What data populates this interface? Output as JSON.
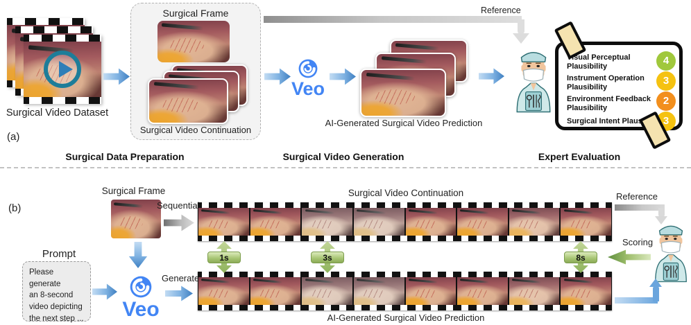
{
  "panel_a": {
    "tag": "(a)",
    "dataset_label": "Surgical Video Dataset",
    "frame_label": "Surgical Frame",
    "continuation_label": "Surgical Video Continuation",
    "veo_label": "Veo",
    "prediction_label": "AI-Generated Surgical Video Prediction",
    "reference_label": "Reference",
    "caption_prep": "Surgical Data Preparation",
    "caption_gen": "Surgical Video Generation",
    "caption_eval": "Expert Evaluation",
    "evaluation_items": [
      {
        "line1": "Visual Perceptual",
        "line2": "Plausibility",
        "score": "4",
        "color": "#a0c83c"
      },
      {
        "line1": "Instrument Operation",
        "line2": "Plausibility",
        "score": "3",
        "color": "#f5c211"
      },
      {
        "line1": "Environment Feedback",
        "line2": "Plausibility",
        "score": "2",
        "color": "#f28f1d"
      },
      {
        "line1": "Surgical Intent Plausibility",
        "line2": "",
        "score": "3",
        "color": "#f5c211"
      }
    ]
  },
  "panel_b": {
    "tag": "(b)",
    "prompt_label": "Prompt",
    "prompt_lines": [
      "Please generate",
      "an 8-second",
      "video depicting",
      "the next step ..."
    ],
    "frame_label": "Surgical Frame",
    "sequential_label": "Sequential",
    "generate_label": "Generate",
    "veo_label": "Veo",
    "continuation_label": "Surgical Video Continuation",
    "prediction_label": "AI-Generated Surgical Video Prediction",
    "reference_label": "Reference",
    "scoring_label": "Scoring",
    "time_markers": [
      "1s",
      "3s",
      "8s"
    ]
  }
}
